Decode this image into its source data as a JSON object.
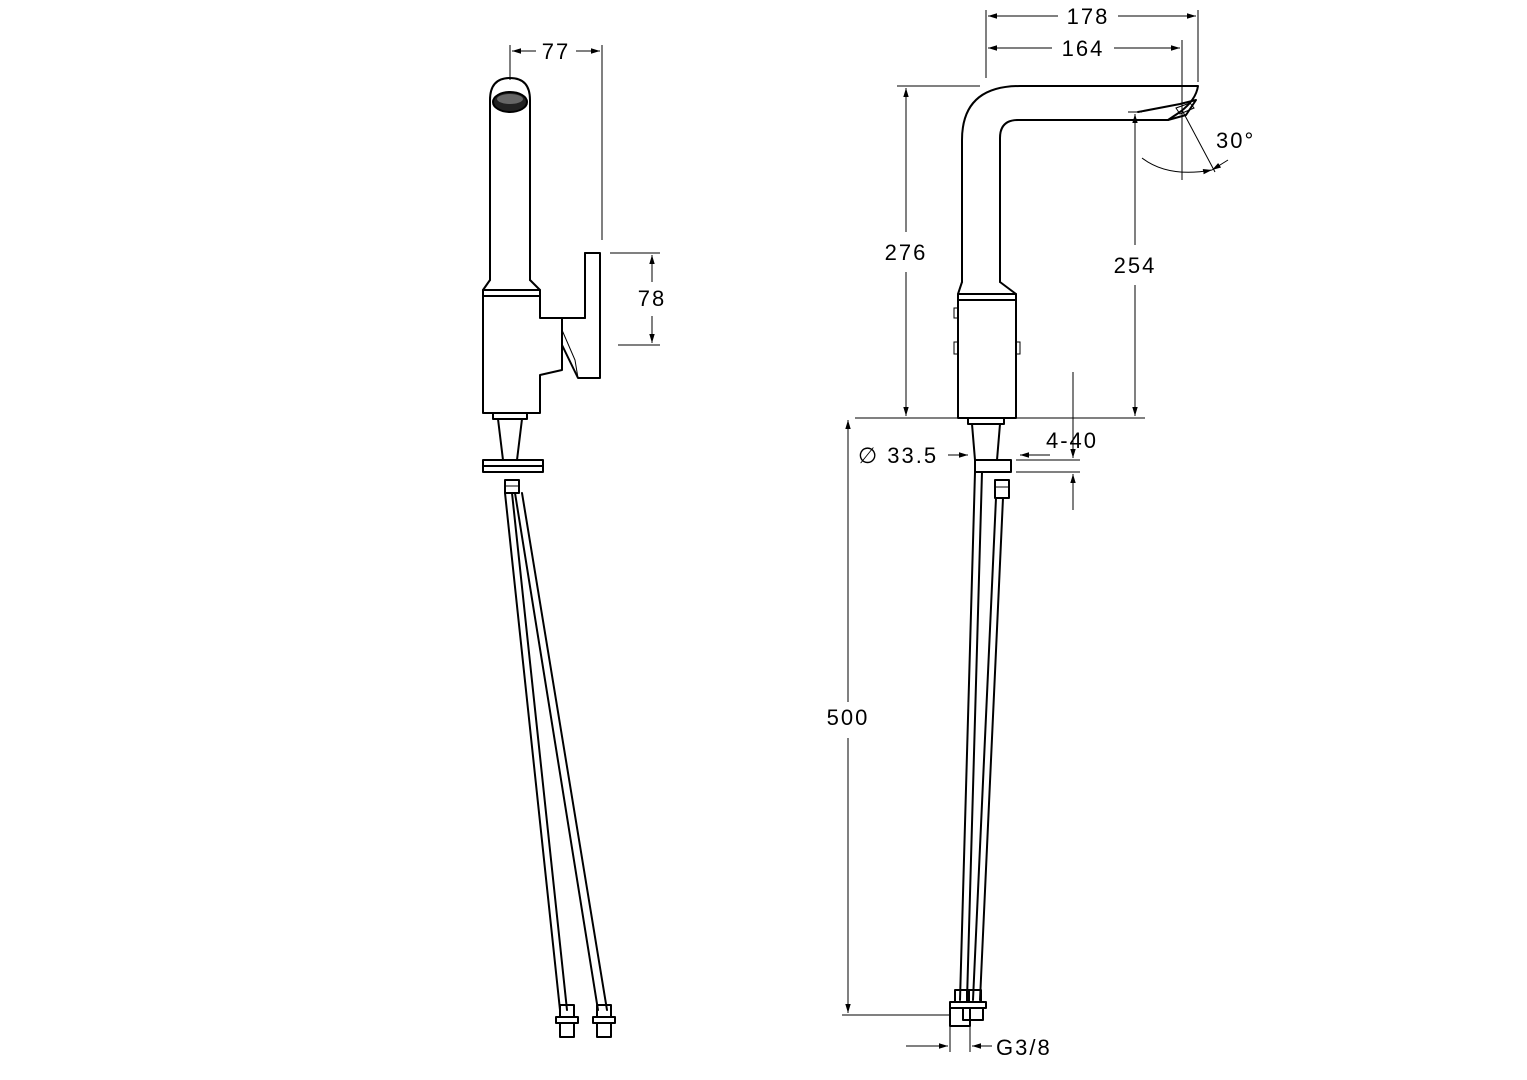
{
  "side_view": {
    "spout_depth": "77",
    "handle_height": "78"
  },
  "front_view": {
    "overall_reach": "178",
    "spout_reach": "164",
    "total_height": "276",
    "outlet_height": "254",
    "outlet_angle": "30°",
    "base_diameter": "∅ 33.5",
    "deck_thickness": "4-40",
    "hose_length": "500",
    "connection_thread": "G3/8"
  },
  "colors": {
    "line": "#000000",
    "background": "#ffffff"
  }
}
